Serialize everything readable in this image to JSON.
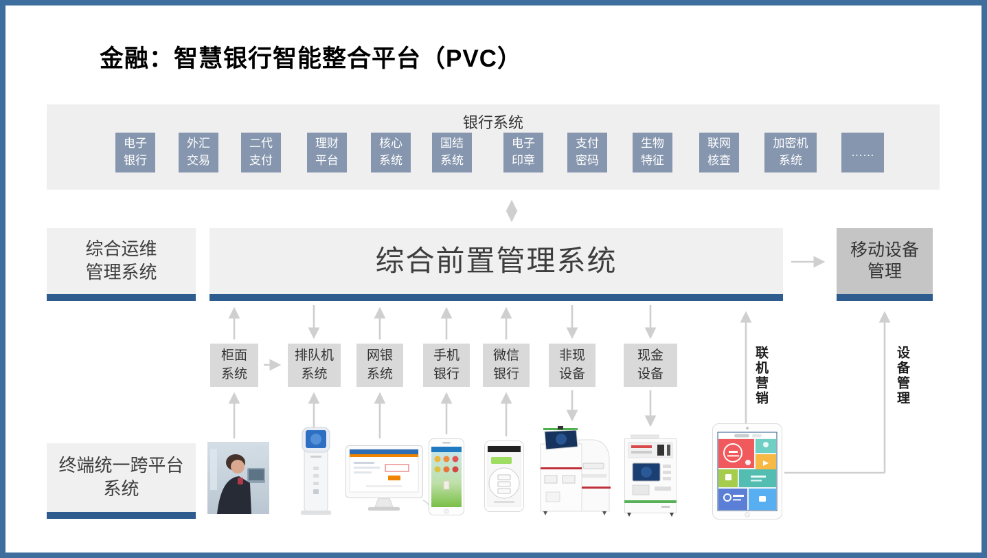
{
  "title": "金融：智慧银行智能整合平台（PVC）",
  "colors": {
    "frame_blue": "#3e6e9e",
    "bar_blue": "#2e5c8f",
    "bank_box_blue": "#8696ae",
    "band_gray": "#efefef",
    "channel_gray": "#d9d9d9",
    "mobile_gray": "#c5c5c5",
    "arrow_gray": "#cfcfcf"
  },
  "bank": {
    "title": "银行系统",
    "boxes": [
      "电子\n银行",
      "外汇\n交易",
      "二代\n支付",
      "理财\n平台",
      "核心\n系统",
      "国结\n系统",
      "电子\n印章",
      "支付\n密码",
      "生物\n特征",
      "联网\n核查",
      "加密机\n系统",
      "……"
    ]
  },
  "platform_row": {
    "ops_box": "综合运维\n管理系统",
    "front_box": "综合前置管理系统",
    "mobile_box": "移动设备\n管理"
  },
  "channels": [
    "柜面\n系统",
    "排队机\n系统",
    "网银\n系统",
    "手机\n银行",
    "微信\n银行",
    "非现\n设备",
    "现金\n设备"
  ],
  "vertical_labels": {
    "marketing": "联机营销",
    "device_mgmt": "设备管理"
  },
  "terminal_box": "终端统一跨平台\n系统",
  "device_icons": [
    "bank-teller-photo",
    "queue-kiosk",
    "desktop-ebank",
    "mobile-bank-phone",
    "wechat-bank-phone",
    "noncash-device",
    "cash-device",
    "marketing-tablet"
  ]
}
